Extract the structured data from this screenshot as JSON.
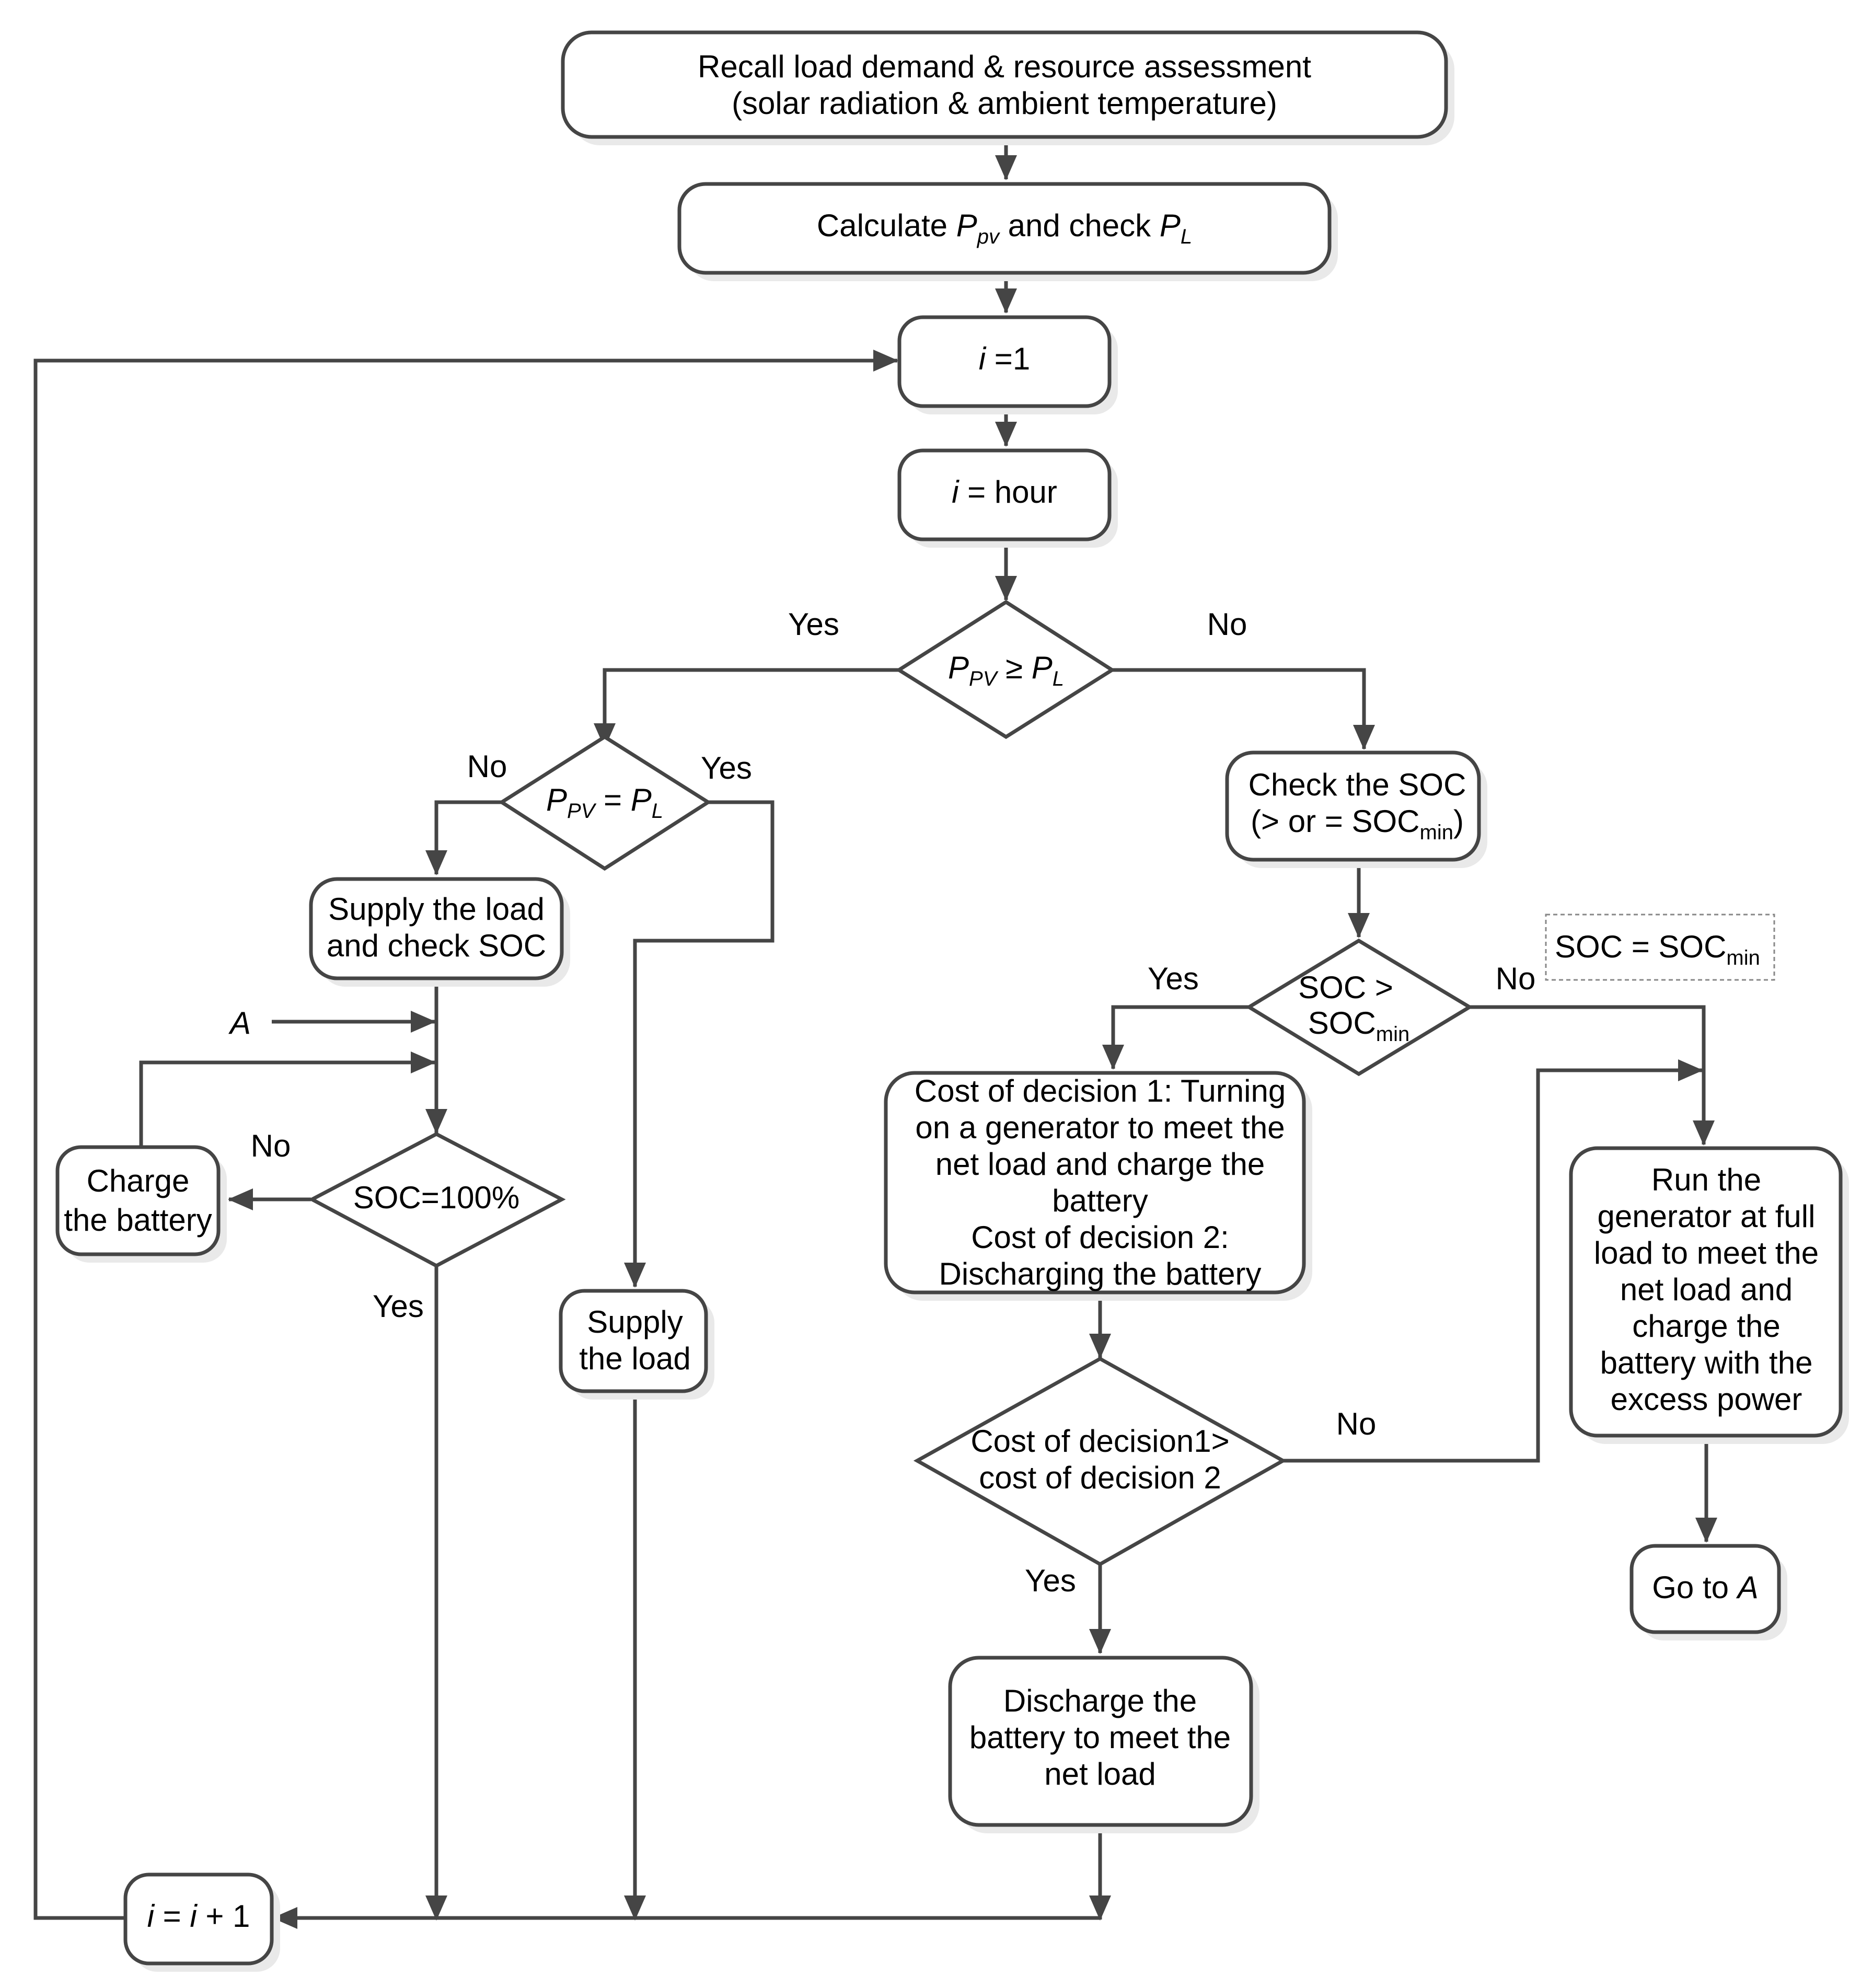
{
  "nodes": {
    "recall": {
      "line1": "Recall load demand & resource assessment",
      "line2": "(solar radiation & ambient temperature)"
    },
    "calc": {
      "calculate": "Calculate ",
      "P1": "P",
      "pv": "pv",
      "and_check": " and check ",
      "P2": "P",
      "L": "L"
    },
    "i_init": {
      "i": "i",
      "rest": " =1"
    },
    "i_hour": {
      "i": "i",
      "rest": " = hour"
    },
    "dec_main": {
      "P1": "P",
      "PV": "PV",
      "op": " ≥ ",
      "P2": "P",
      "L": "L"
    },
    "dec_eq": {
      "P1": "P",
      "PV": "PV",
      "op": " = ",
      "P2": "P",
      "L": "L"
    },
    "supply_check": {
      "line1": "Supply the load",
      "line2": "and check SOC"
    },
    "charge": {
      "line1": "Charge",
      "line2": "the battery"
    },
    "soc100": {
      "label": "SOC=100%"
    },
    "supply_load": {
      "line1": "Supply",
      "line2": "the load"
    },
    "check_soc": {
      "line1": "Check the SOC",
      "line2a": "(> or = SOC",
      "min": "min",
      "line2b": ")"
    },
    "soc_gt": {
      "line1": "SOC >",
      "line2": "SOC",
      "min": "min"
    },
    "note": {
      "text": "SOC = SOC",
      "min": "min"
    },
    "cost": {
      "lines": [
        "Cost of decision 1: Turning",
        "on a generator to meet the",
        "net load and charge the",
        "battery",
        "Cost of decision 2:",
        "Discharging the battery"
      ]
    },
    "cost_cmp": {
      "line1": "Cost of decision1>",
      "line2": "cost of decision 2"
    },
    "run_gen": {
      "lines": [
        "Run the",
        "generator at full",
        "load to meet the",
        "net load and",
        "charge the",
        "battery with the",
        "excess power"
      ]
    },
    "goto_a": {
      "text": "Go to ",
      "A": "A"
    },
    "discharge": {
      "lines": [
        "Discharge the",
        "battery to meet the",
        "net load"
      ]
    },
    "i_inc": {
      "i1": "i",
      "eq": " = ",
      "i2": "i",
      "plus": " + 1"
    }
  },
  "labels": {
    "main_yes": "Yes",
    "main_no": "No",
    "eq_no": "No",
    "eq_yes": "Yes",
    "soc100_no": "No",
    "soc100_yes": "Yes",
    "socgt_yes": "Yes",
    "socgt_no": "No",
    "cmp_no": "No",
    "cmp_yes": "Yes",
    "connector_a": "A"
  }
}
